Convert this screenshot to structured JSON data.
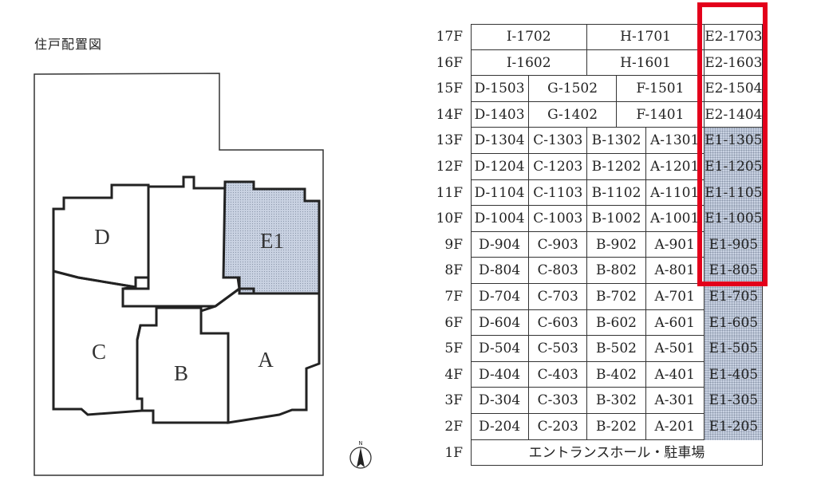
{
  "plan": {
    "title": "住戸配置図",
    "units": [
      {
        "id": "D",
        "label": "D"
      },
      {
        "id": "E1",
        "label": "E1"
      },
      {
        "id": "C",
        "label": "C"
      },
      {
        "id": "B",
        "label": "B"
      },
      {
        "id": "A",
        "label": "A"
      }
    ],
    "north_label": "N"
  },
  "floors": [
    {
      "floor": "17F",
      "units": [
        {
          "label": "I-1702",
          "span": 2
        },
        {
          "label": "H-1701",
          "span": 2
        },
        {
          "label": "E2-1703",
          "span": 1
        }
      ]
    },
    {
      "floor": "16F",
      "units": [
        {
          "label": "I-1602",
          "span": 2
        },
        {
          "label": "H-1601",
          "span": 2
        },
        {
          "label": "E2-1603",
          "span": 1
        }
      ]
    },
    {
      "floor": "15F",
      "units": [
        {
          "label": "D-1503",
          "span": 1
        },
        {
          "label": "G-1502",
          "span": 1.5
        },
        {
          "label": "F-1501",
          "span": 1.5
        },
        {
          "label": "E2-1504",
          "span": 1
        }
      ]
    },
    {
      "floor": "14F",
      "units": [
        {
          "label": "D-1403",
          "span": 1
        },
        {
          "label": "G-1402",
          "span": 1.5
        },
        {
          "label": "F-1401",
          "span": 1.5
        },
        {
          "label": "E2-1404",
          "span": 1
        }
      ]
    },
    {
      "floor": "13F",
      "units": [
        {
          "label": "D-1304"
        },
        {
          "label": "C-1303"
        },
        {
          "label": "B-1302"
        },
        {
          "label": "A-1301"
        },
        {
          "label": "E1-1305",
          "shaded": true
        }
      ]
    },
    {
      "floor": "12F",
      "units": [
        {
          "label": "D-1204"
        },
        {
          "label": "C-1203"
        },
        {
          "label": "B-1202"
        },
        {
          "label": "A-1201"
        },
        {
          "label": "E1-1205",
          "shaded": true
        }
      ]
    },
    {
      "floor": "11F",
      "units": [
        {
          "label": "D-1104"
        },
        {
          "label": "C-1103"
        },
        {
          "label": "B-1102"
        },
        {
          "label": "A-1101"
        },
        {
          "label": "E1-1105",
          "shaded": true
        }
      ]
    },
    {
      "floor": "10F",
      "units": [
        {
          "label": "D-1004"
        },
        {
          "label": "C-1003"
        },
        {
          "label": "B-1002"
        },
        {
          "label": "A-1001"
        },
        {
          "label": "E1-1005",
          "shaded": true
        }
      ]
    },
    {
      "floor": "9F",
      "units": [
        {
          "label": "D-904"
        },
        {
          "label": "C-903"
        },
        {
          "label": "B-902"
        },
        {
          "label": "A-901"
        },
        {
          "label": "E1-905",
          "shaded": true
        }
      ]
    },
    {
      "floor": "8F",
      "units": [
        {
          "label": "D-804"
        },
        {
          "label": "C-803"
        },
        {
          "label": "B-802"
        },
        {
          "label": "A-801"
        },
        {
          "label": "E1-805",
          "shaded": true
        }
      ]
    },
    {
      "floor": "7F",
      "units": [
        {
          "label": "D-704"
        },
        {
          "label": "C-703"
        },
        {
          "label": "B-702"
        },
        {
          "label": "A-701"
        },
        {
          "label": "E1-705",
          "shaded": true
        }
      ]
    },
    {
      "floor": "6F",
      "units": [
        {
          "label": "D-604"
        },
        {
          "label": "C-603"
        },
        {
          "label": "B-602"
        },
        {
          "label": "A-601"
        },
        {
          "label": "E1-605",
          "shaded": true
        }
      ]
    },
    {
      "floor": "5F",
      "units": [
        {
          "label": "D-504"
        },
        {
          "label": "C-503"
        },
        {
          "label": "B-502"
        },
        {
          "label": "A-501"
        },
        {
          "label": "E1-505",
          "shaded": true
        }
      ]
    },
    {
      "floor": "4F",
      "units": [
        {
          "label": "D-404"
        },
        {
          "label": "C-403"
        },
        {
          "label": "B-402"
        },
        {
          "label": "A-401"
        },
        {
          "label": "E1-405",
          "shaded": true
        }
      ]
    },
    {
      "floor": "3F",
      "units": [
        {
          "label": "D-304"
        },
        {
          "label": "C-303"
        },
        {
          "label": "B-302"
        },
        {
          "label": "A-301"
        },
        {
          "label": "E1-305",
          "shaded": true
        }
      ]
    },
    {
      "floor": "2F",
      "units": [
        {
          "label": "D-204"
        },
        {
          "label": "C-203"
        },
        {
          "label": "B-202"
        },
        {
          "label": "A-201"
        },
        {
          "label": "E1-205",
          "shaded": true
        }
      ]
    },
    {
      "floor": "1F",
      "units": [
        {
          "label": "エントランスホール・駐車場",
          "span": 5
        }
      ]
    }
  ],
  "colors": {
    "highlight": "#e3001b",
    "shade": "#c9d2e2",
    "line": "#333333"
  }
}
